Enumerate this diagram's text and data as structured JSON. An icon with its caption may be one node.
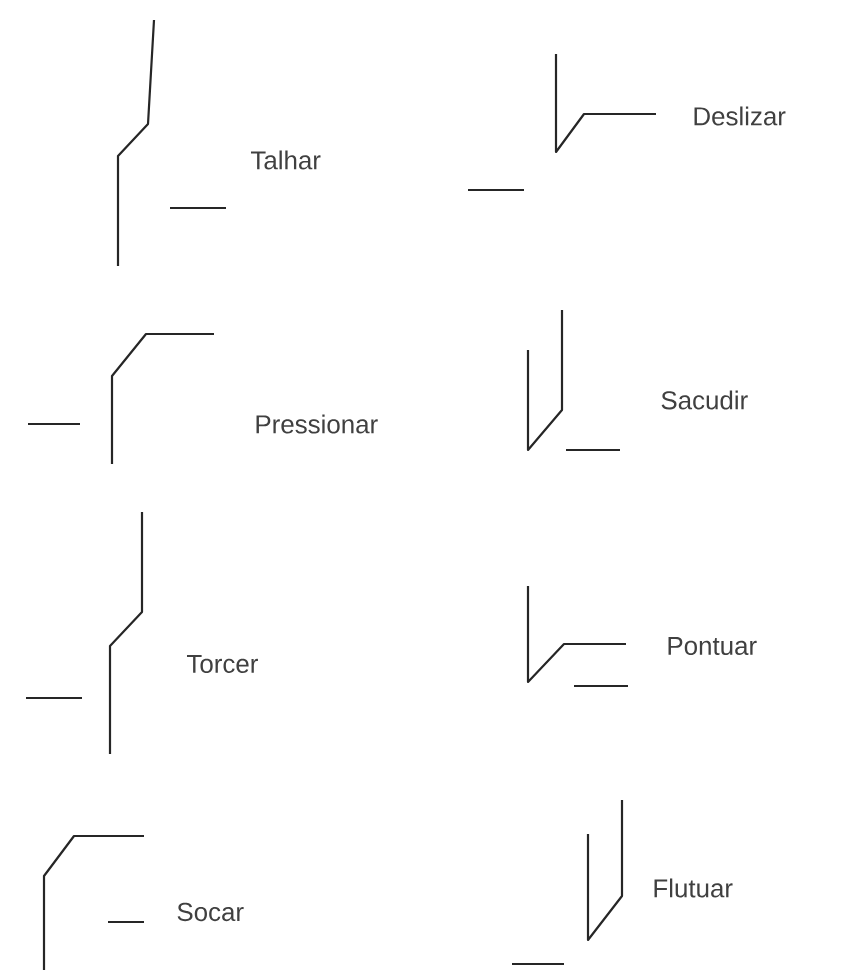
{
  "diagram": {
    "labels": [
      "Talhar",
      "Deslizar",
      "Pressionar",
      "Sacudir",
      "Torcer",
      "Pontuar",
      "Socar",
      "Flutuar"
    ]
  }
}
